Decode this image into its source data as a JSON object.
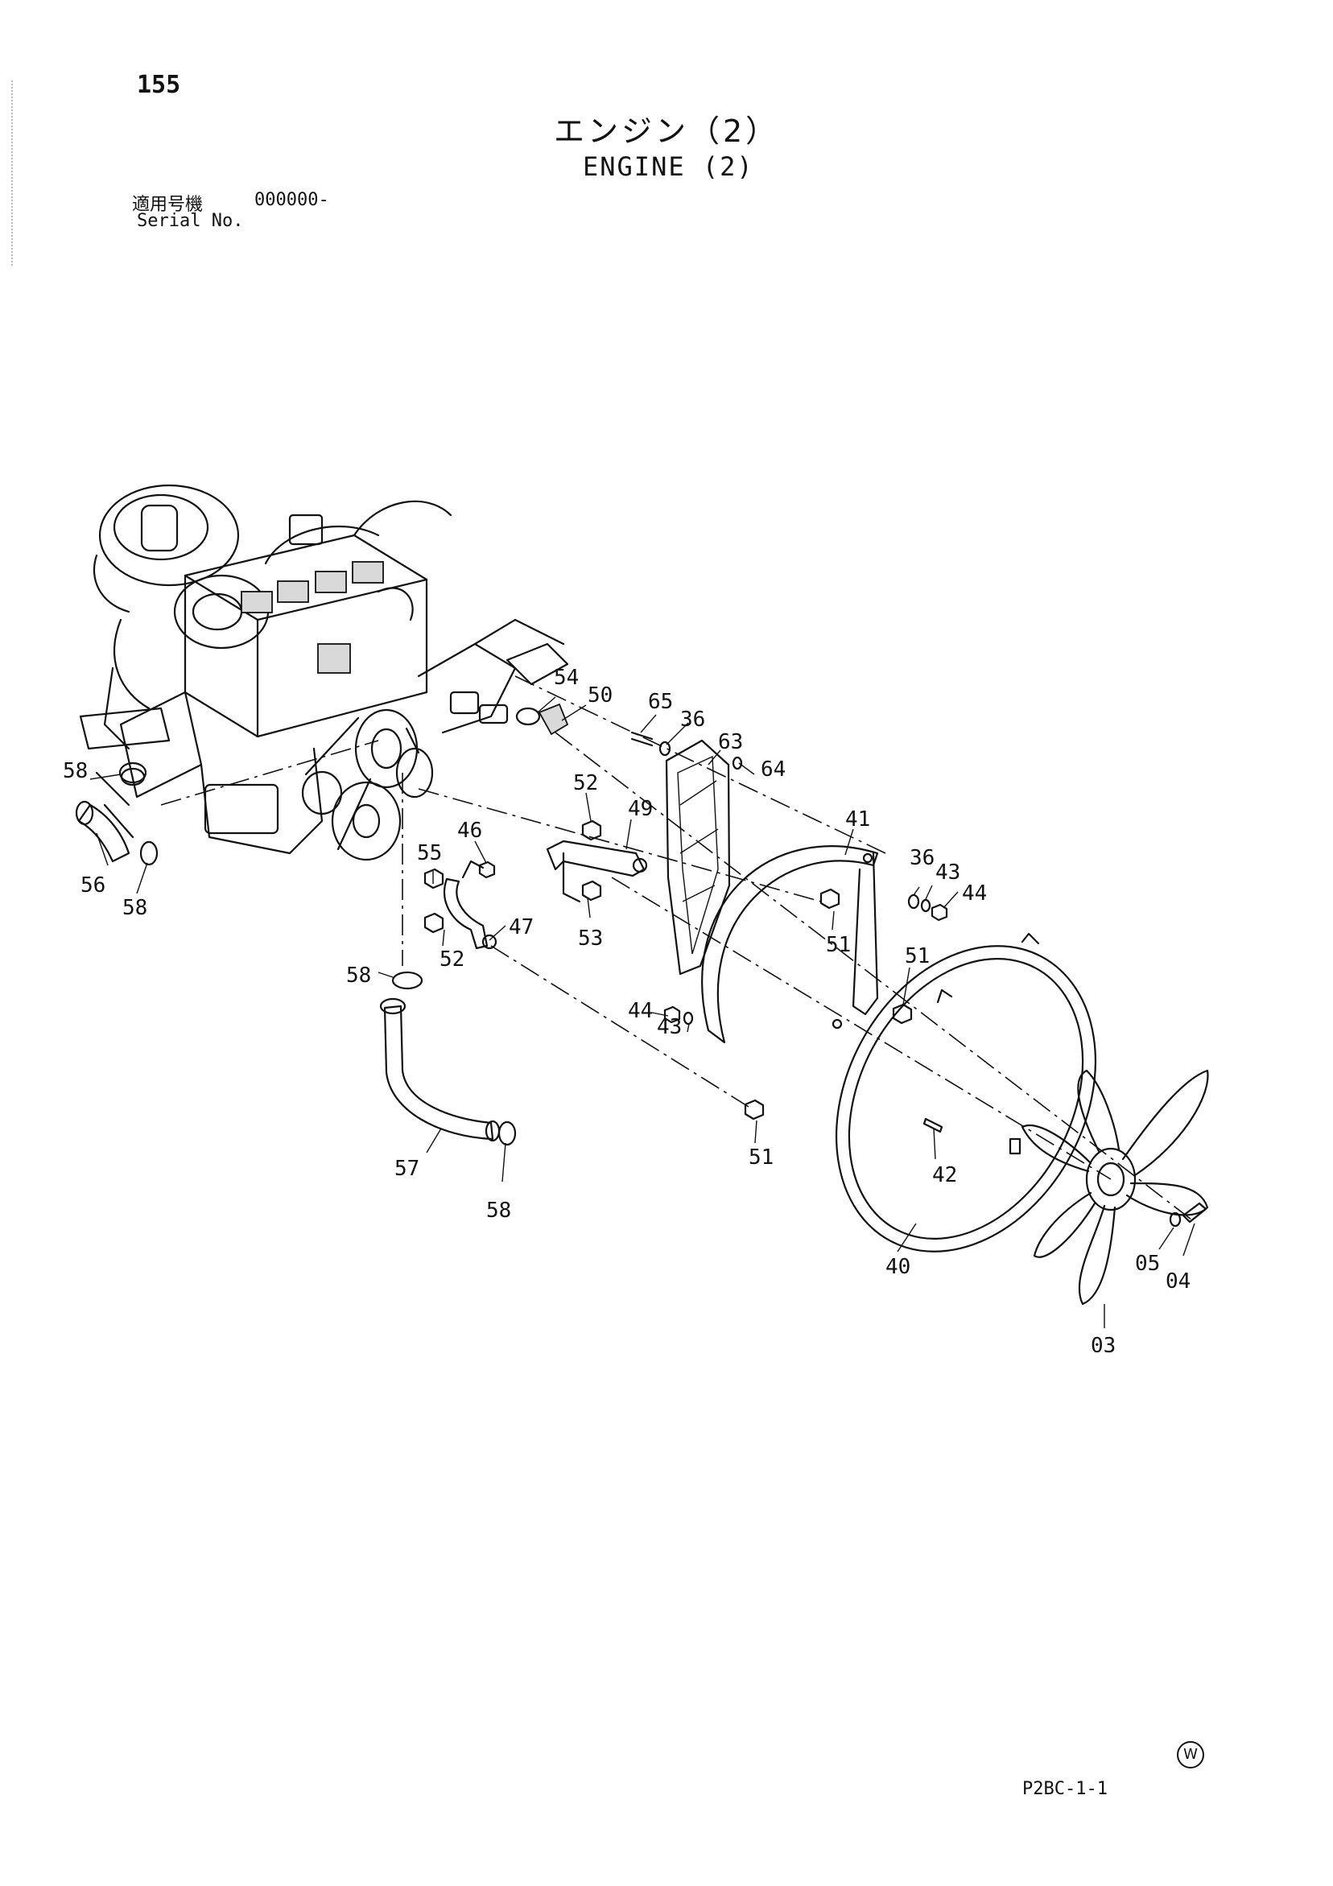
{
  "header": {
    "page_number": "155",
    "title_ja": "エンジン（2）",
    "title_en": "ENGINE (2)",
    "serial_label_ja": "適用号機",
    "serial_value": "000000-",
    "serial_label_en": "Serial No."
  },
  "callouts": [
    "54",
    "50",
    "65",
    "36",
    "63",
    "64",
    "58",
    "52",
    "49",
    "41",
    "56",
    "58",
    "46",
    "55",
    "36",
    "43",
    "44",
    "51",
    "47",
    "53",
    "52",
    "58",
    "51",
    "44",
    "43",
    "51",
    "57",
    "42",
    "58",
    "40",
    "05",
    "04",
    "03"
  ],
  "footer": {
    "code": "P2BC-1-1",
    "mark": "W"
  }
}
